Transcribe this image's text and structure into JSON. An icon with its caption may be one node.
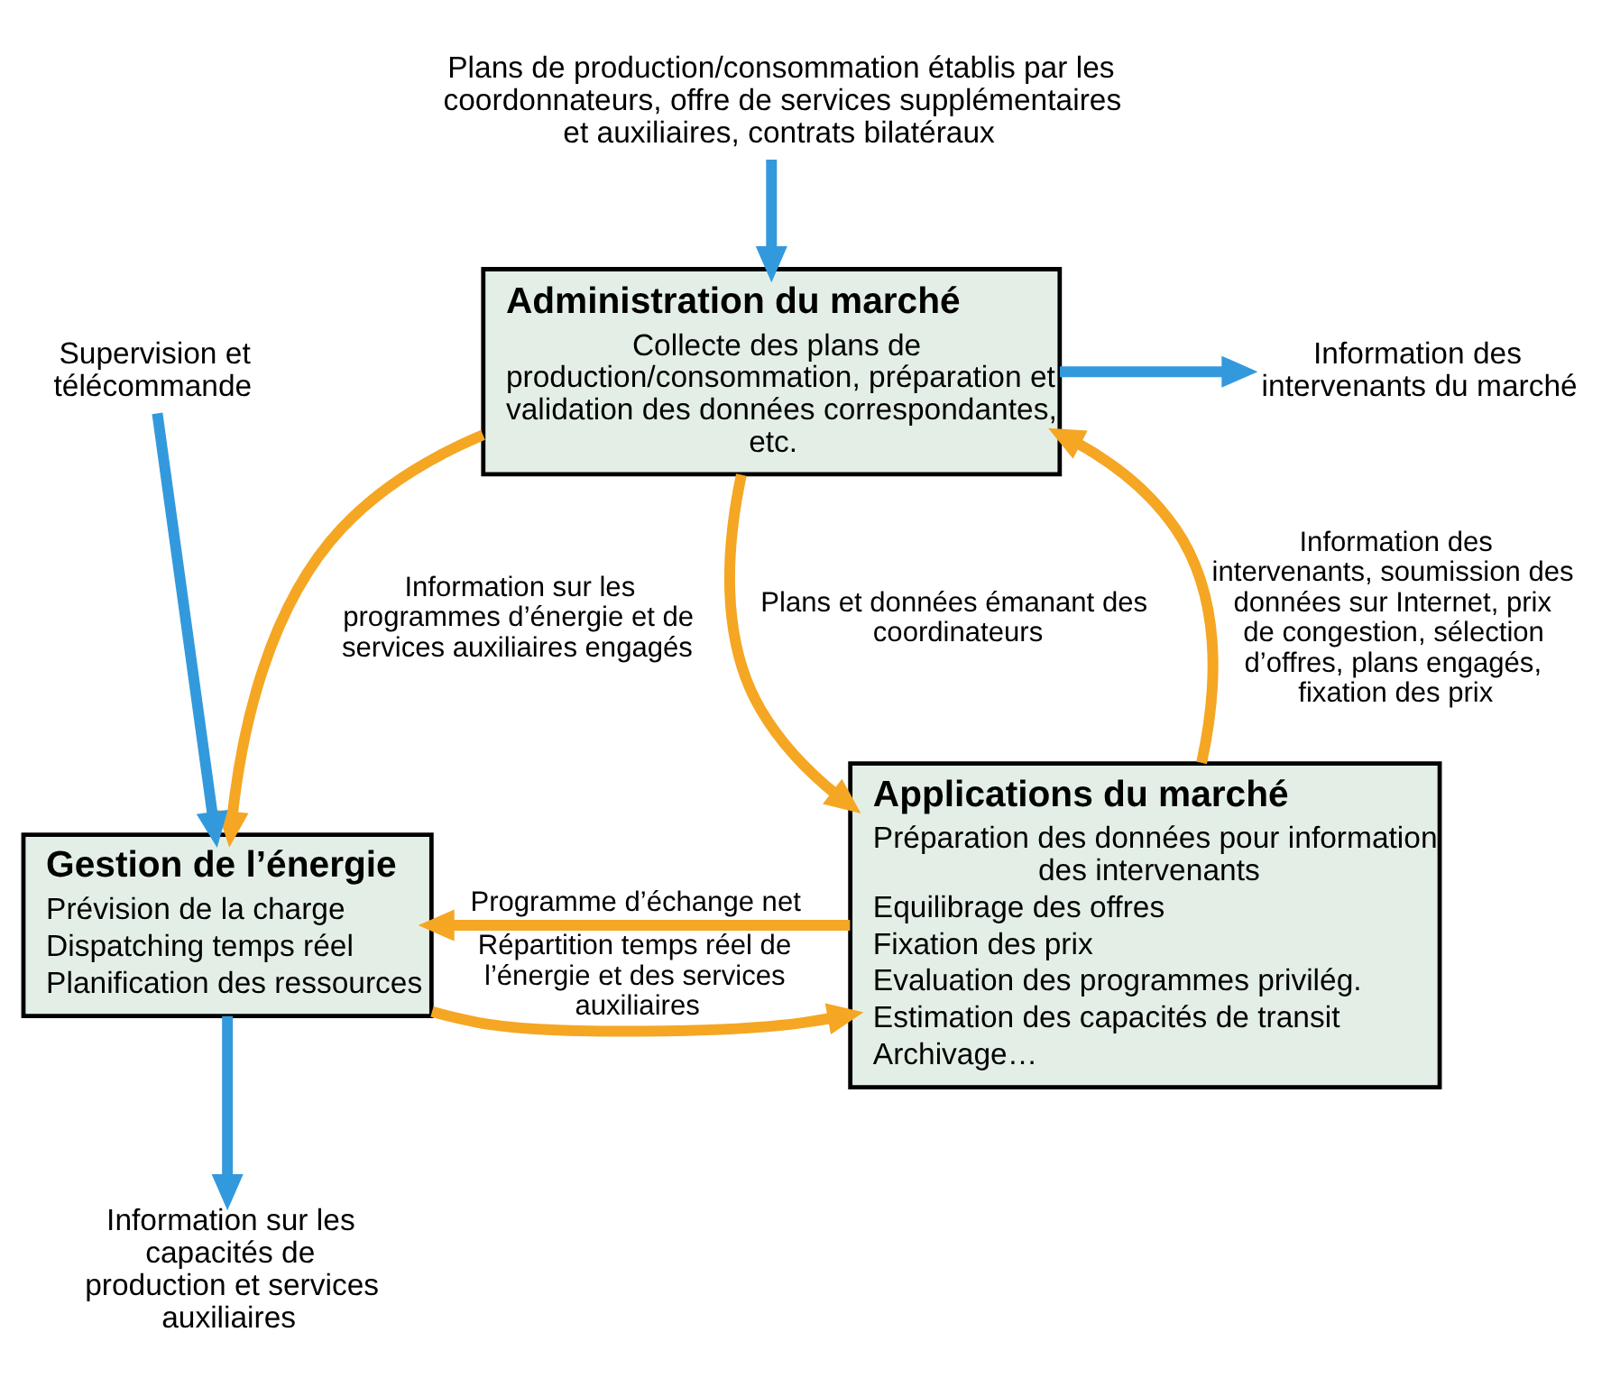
{
  "diagram": {
    "nodes": [
      {
        "text": [
          "Administration du marché",
          "Collecte des plans de production/consommation, préparation et validation des données correspondantes, etc."
        ]
      },
      {
        "text": [
          "Applications du marché",
          "Préparation des données pour information des intervenants",
          "Equilibrage des offres",
          "Fixation des prix",
          "Evaluation des programmes privilég.",
          "Estimation des capacités de transit",
          "Archivage…"
        ]
      },
      {
        "text": [
          "Gestion de l’énergie",
          "Prévision de la charge",
          "Dispatching temps réel",
          "Planification des ressources"
        ]
      },
      {
        "text": [
          "Plans de production/consommation établis par les coordonnateurs, offre de services supplémentaires et auxiliaires, contrats bilatéraux"
        ]
      },
      {
        "text": [
          "Information des intervenants du marché"
        ]
      },
      {
        "text": [
          "Supervision et télécommande"
        ]
      },
      {
        "text": [
          "Information sur les capacités de production et services auxiliaires"
        ]
      }
    ],
    "edges": [
      {
        "from": 3,
        "to": 0,
        "arrow": "to",
        "color": "#3399dd"
      },
      {
        "from": 0,
        "to": 4,
        "arrow": "to",
        "color": "#3399dd"
      },
      {
        "from": 0,
        "to": 1,
        "arrow": "to",
        "label": "Plans et données émanant des coordinateurs"
      },
      {
        "from": 0,
        "to": 2,
        "arrow": "to",
        "label": "Information sur les programmes d’énergie et de services auxiliaires engagés"
      },
      {
        "from": 1,
        "to": 0,
        "arrow": "to",
        "label": "Information des intervenants, soumission des données sur Internet, prix de congestion, sélection d’offres, plans engagés, fixation des prix"
      },
      {
        "from": 1,
        "to": 2,
        "arrow": "to",
        "label": "Programme d’échange net"
      },
      {
        "from": 2,
        "to": 1,
        "arrow": "to",
        "label": "Répartition temps réel de l’énergie et des services auxiliaires"
      },
      {
        "from": 5,
        "to": 2,
        "arrow": "to",
        "color": "#3399dd"
      },
      {
        "from": 2,
        "to": 6,
        "arrow": "to",
        "color": "#3399dd"
      }
    ]
  }
}
